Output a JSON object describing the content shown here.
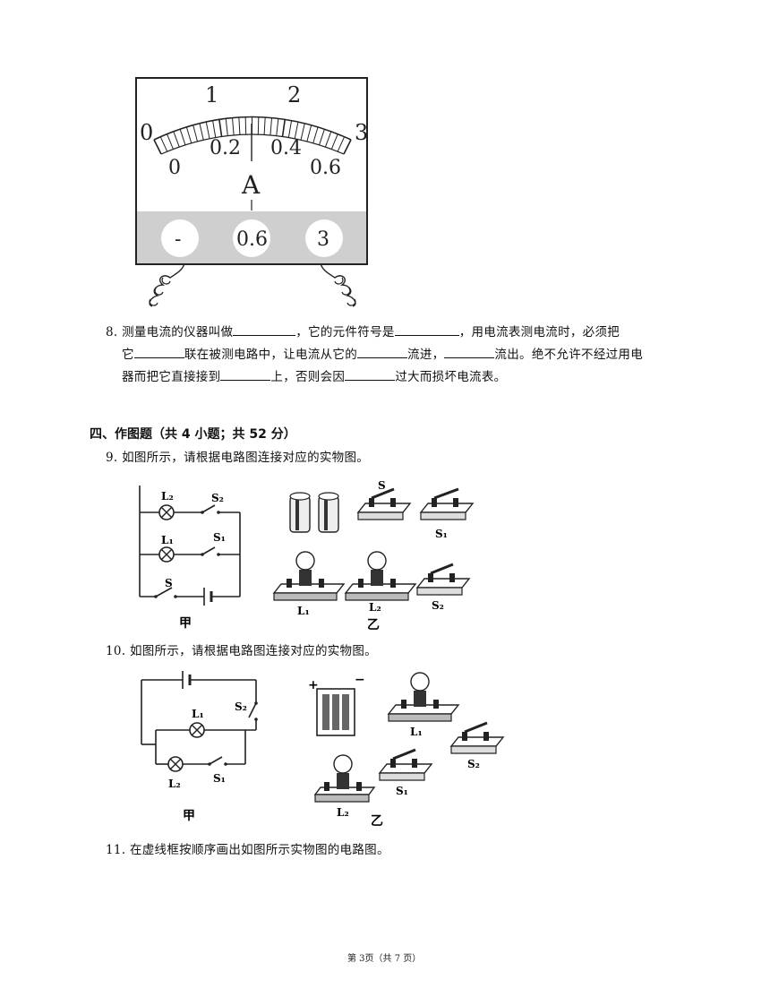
{
  "ammeter": {
    "top_scale": [
      "0",
      "1",
      "2",
      "3"
    ],
    "bottom_scale": [
      "0",
      "0.2",
      "0.4",
      "0.6"
    ],
    "unit": "A",
    "terminals": [
      "-",
      "0.6",
      "3"
    ]
  },
  "q8": {
    "number": "8.",
    "t1": "测量电流的仪器叫做",
    "t2": "，它的元件符号是",
    "t3": "，用电流表测电流时，必须把",
    "t4": "它",
    "t5": "联在被测电路中，让电流从它的",
    "t6": "流进，",
    "t7": "流出。绝不允许不经过用电",
    "t8": "器而把它直接接到",
    "t9": "上，否则会因",
    "t10": "过大而损坏电流表。"
  },
  "section4": {
    "title": "四、作图题（共 4 小题；共 52 分）"
  },
  "q9": {
    "text": "9. 如图所示，请根据电路图连接对应的实物图。",
    "circuit_labels": {
      "l2": "L₂",
      "s2": "S₂",
      "l1": "L₁",
      "s1": "S₁",
      "s": "S",
      "caption": "甲"
    },
    "physical_labels": {
      "s_top": "S",
      "s1": "S₁",
      "l1": "L₁",
      "l2": "L₂",
      "s2": "S₂",
      "caption": "乙"
    }
  },
  "q10": {
    "text": "10. 如图所示，请根据电路图连接对应的实物图。",
    "circuit_labels": {
      "l1": "L₁",
      "s2": "S₂",
      "l2": "L₂",
      "s1": "S₁",
      "caption": "甲"
    },
    "physical_labels": {
      "plus": "+",
      "minus": "−",
      "l1": "L₁",
      "s2": "S₂",
      "s1": "S₁",
      "l2": "L₂",
      "caption": "乙"
    }
  },
  "q11": {
    "text": "11. 在虚线框按顺序画出如图所示实物图的电路图。"
  },
  "footer": {
    "page": "第 3页（共 7 页）"
  }
}
